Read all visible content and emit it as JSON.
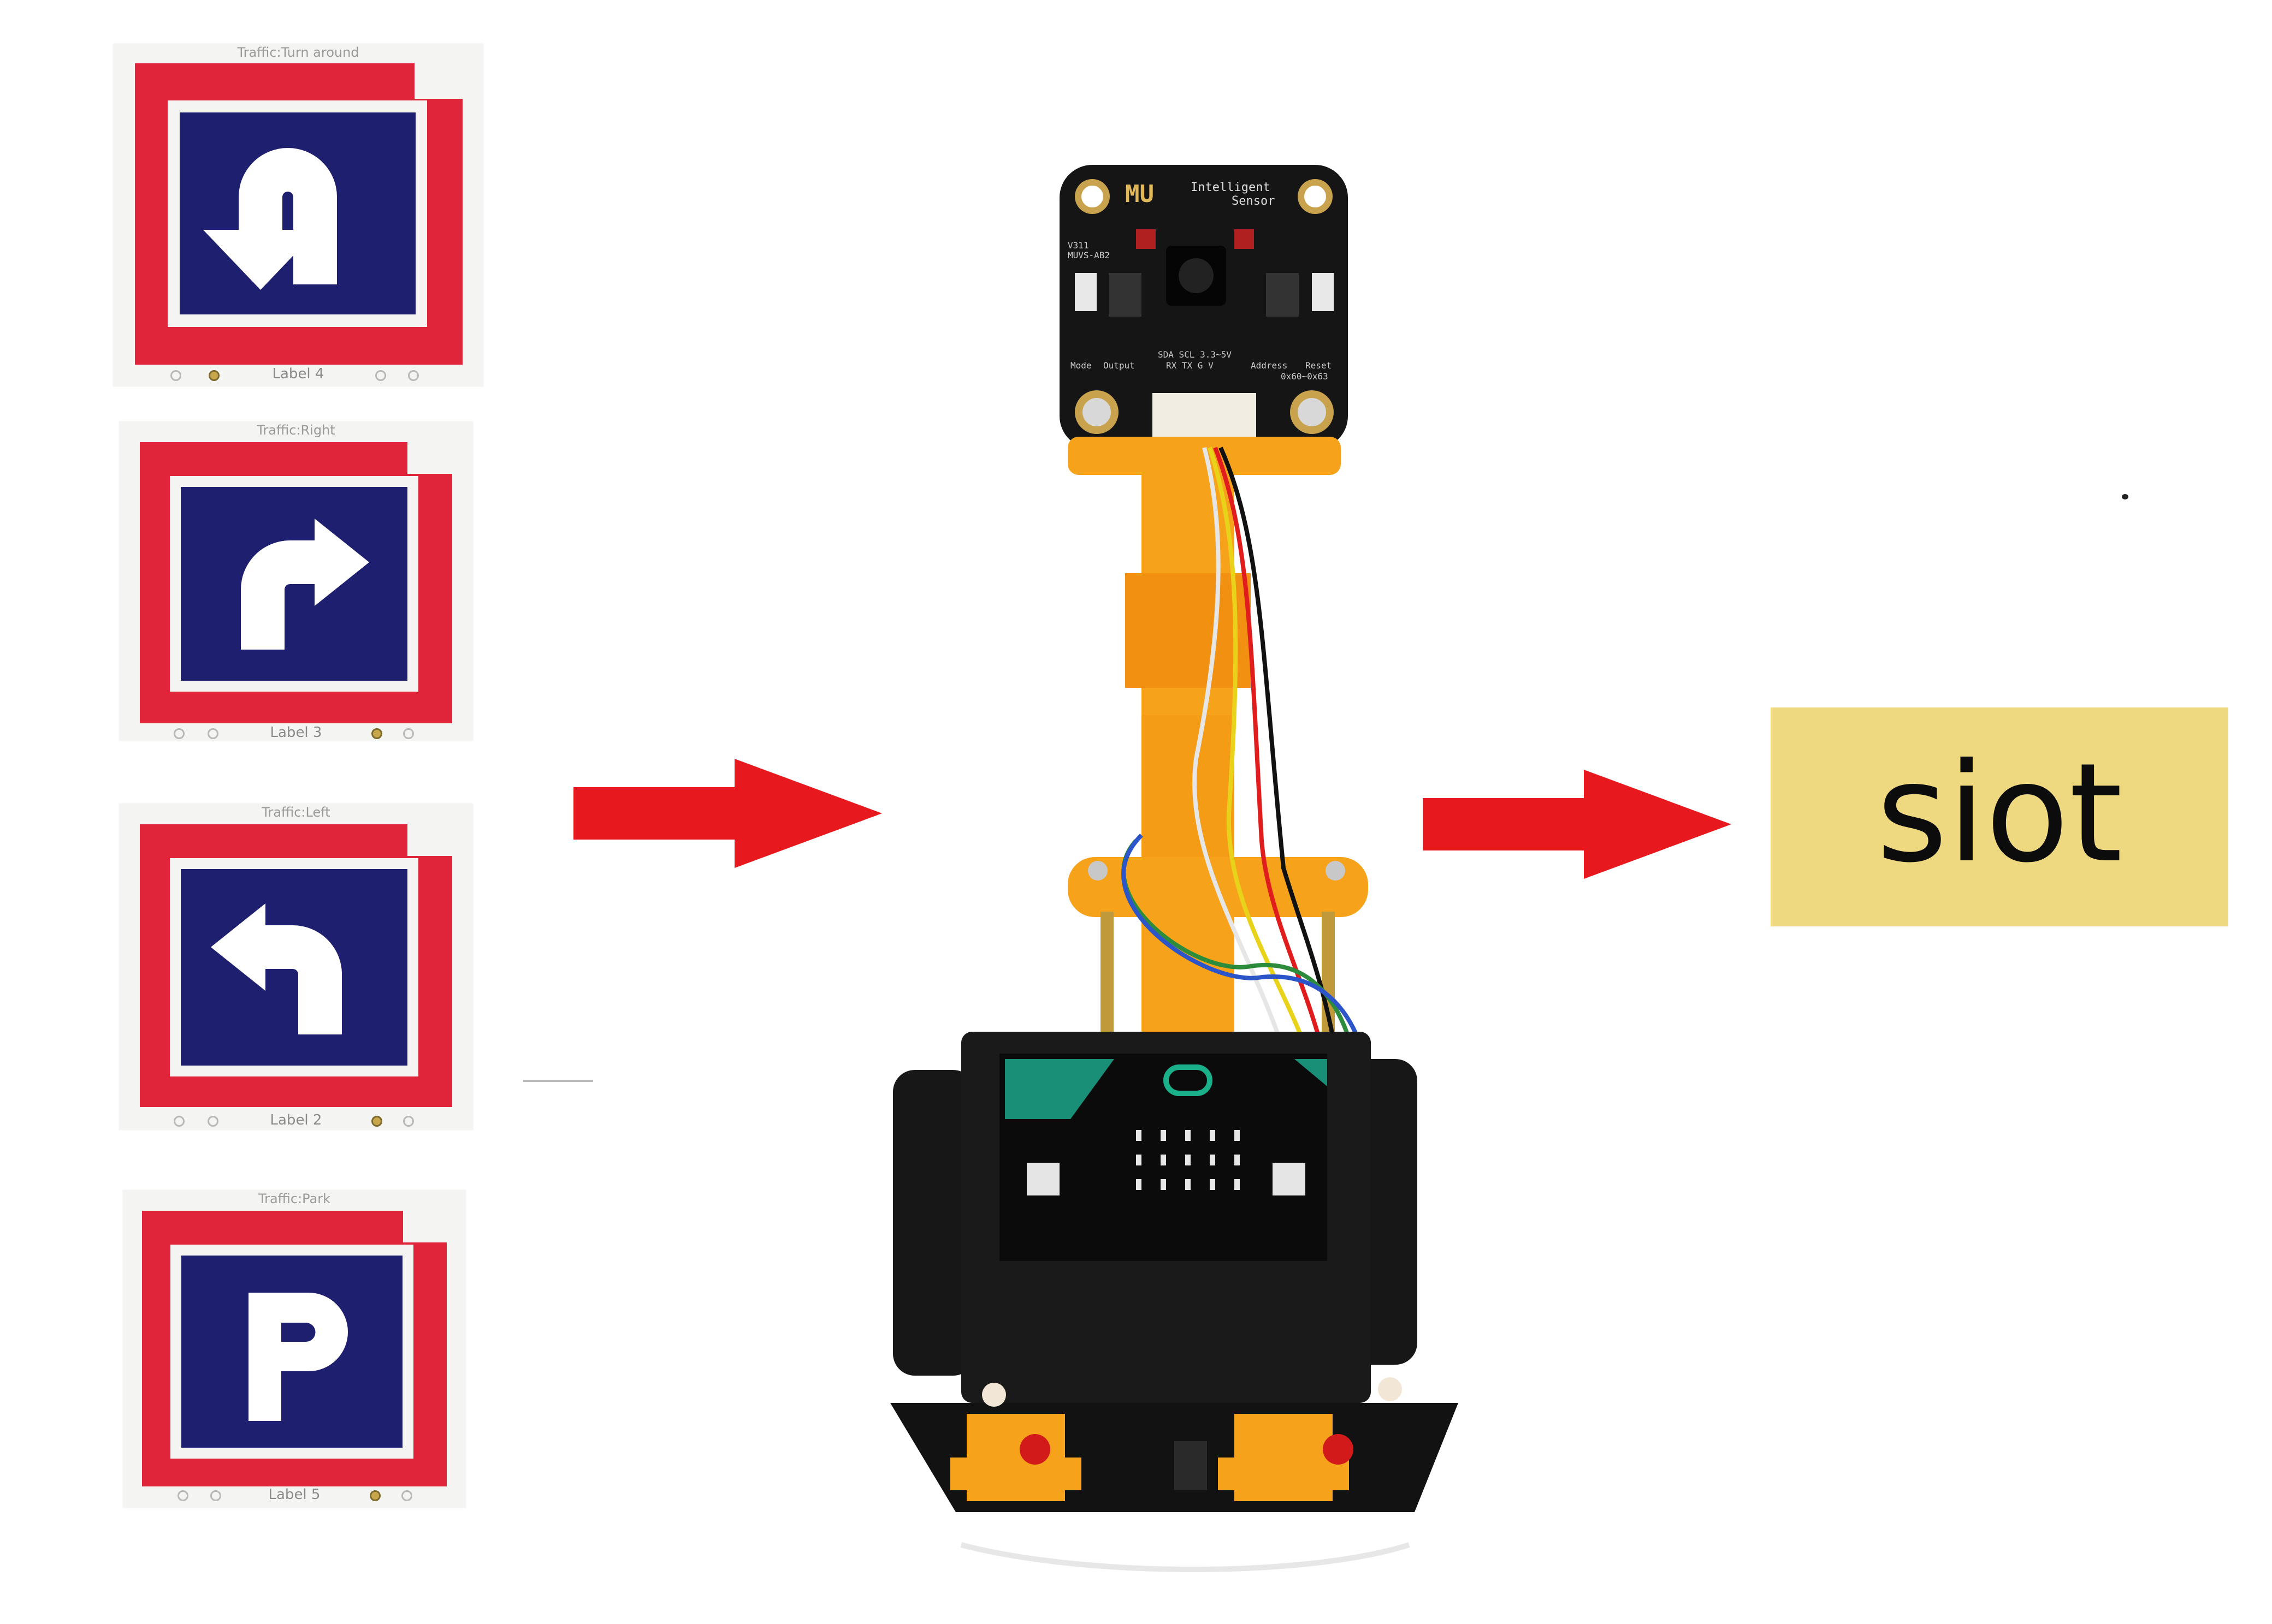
{
  "cards": [
    {
      "caption": "Traffic:Turn around",
      "label": "Label 4",
      "icon": "u-turn-icon"
    },
    {
      "caption": "Traffic:Right",
      "label": "Label 3",
      "icon": "turn-right-icon"
    },
    {
      "caption": "Traffic:Left",
      "label": "Label 2",
      "icon": "turn-left-icon"
    },
    {
      "caption": "Traffic:Park",
      "label": "Label 5",
      "icon": "parking-icon"
    }
  ],
  "sensor": {
    "brand": "MU",
    "line1": "Intelligent",
    "line2": "Sensor",
    "model1": "V311",
    "model2": "MUVS-AB2",
    "pins": "SDA SCL 3.3~5V",
    "pins2": "RX TX G V",
    "address": "0x60~0x63",
    "mode": "Mode",
    "output": "Output",
    "addr_label": "Address",
    "reset": "Reset"
  },
  "target": {
    "label": "siot"
  },
  "colors": {
    "sign_blue": "#1e1f6e",
    "sign_red": "#e0253a",
    "arrow_red": "#e8191e",
    "siot_bg": "#efd980",
    "bracket_orange": "#f7a21b"
  }
}
